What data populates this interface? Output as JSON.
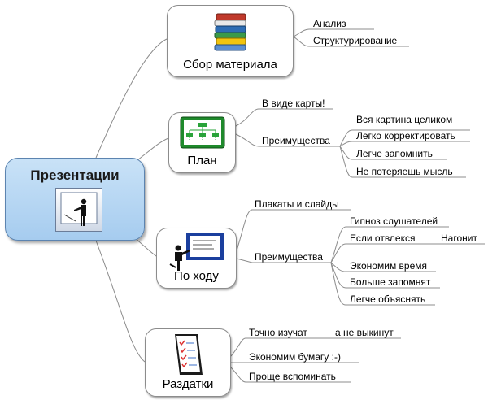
{
  "root": {
    "title": "Презентации",
    "icon": "presenter-at-board-icon"
  },
  "branches": {
    "collect": {
      "label": "Сбор материала",
      "icon": "stack-of-books-icon",
      "leaves": [
        "Анализ",
        "Структурирование"
      ]
    },
    "plan": {
      "label": "План",
      "icon": "org-chart-icon",
      "leaves": [
        "В виде карты!",
        "Преимущества"
      ],
      "advantages": [
        "Вся картина целиком",
        "Легко корректировать",
        "Легче запомнить",
        "Не потеряешь мысль"
      ]
    },
    "during": {
      "label": "По ходу",
      "icon": "presenter-pointing-at-screen-icon",
      "leaves": [
        "Плакаты и слайды",
        "Преимущества"
      ],
      "advantages": [
        "Гипноз слушателей",
        "Если отвлекся",
        "Экономим время",
        "Больше запомнят",
        "Легче объяснять"
      ],
      "distraction_result": "Нагонит"
    },
    "handouts": {
      "label": "Раздатки",
      "icon": "checklist-document-icon",
      "leaves": [
        "Точно изучат",
        "Экономим бумагу :-)",
        "Проще вспоминать"
      ],
      "study_result": "а не выкинут"
    }
  },
  "colors": {
    "root_fill": "#b3d4f2",
    "root_border": "#5c84b0",
    "node_border": "#8c8c8c",
    "link": "#8c8c8c"
  }
}
